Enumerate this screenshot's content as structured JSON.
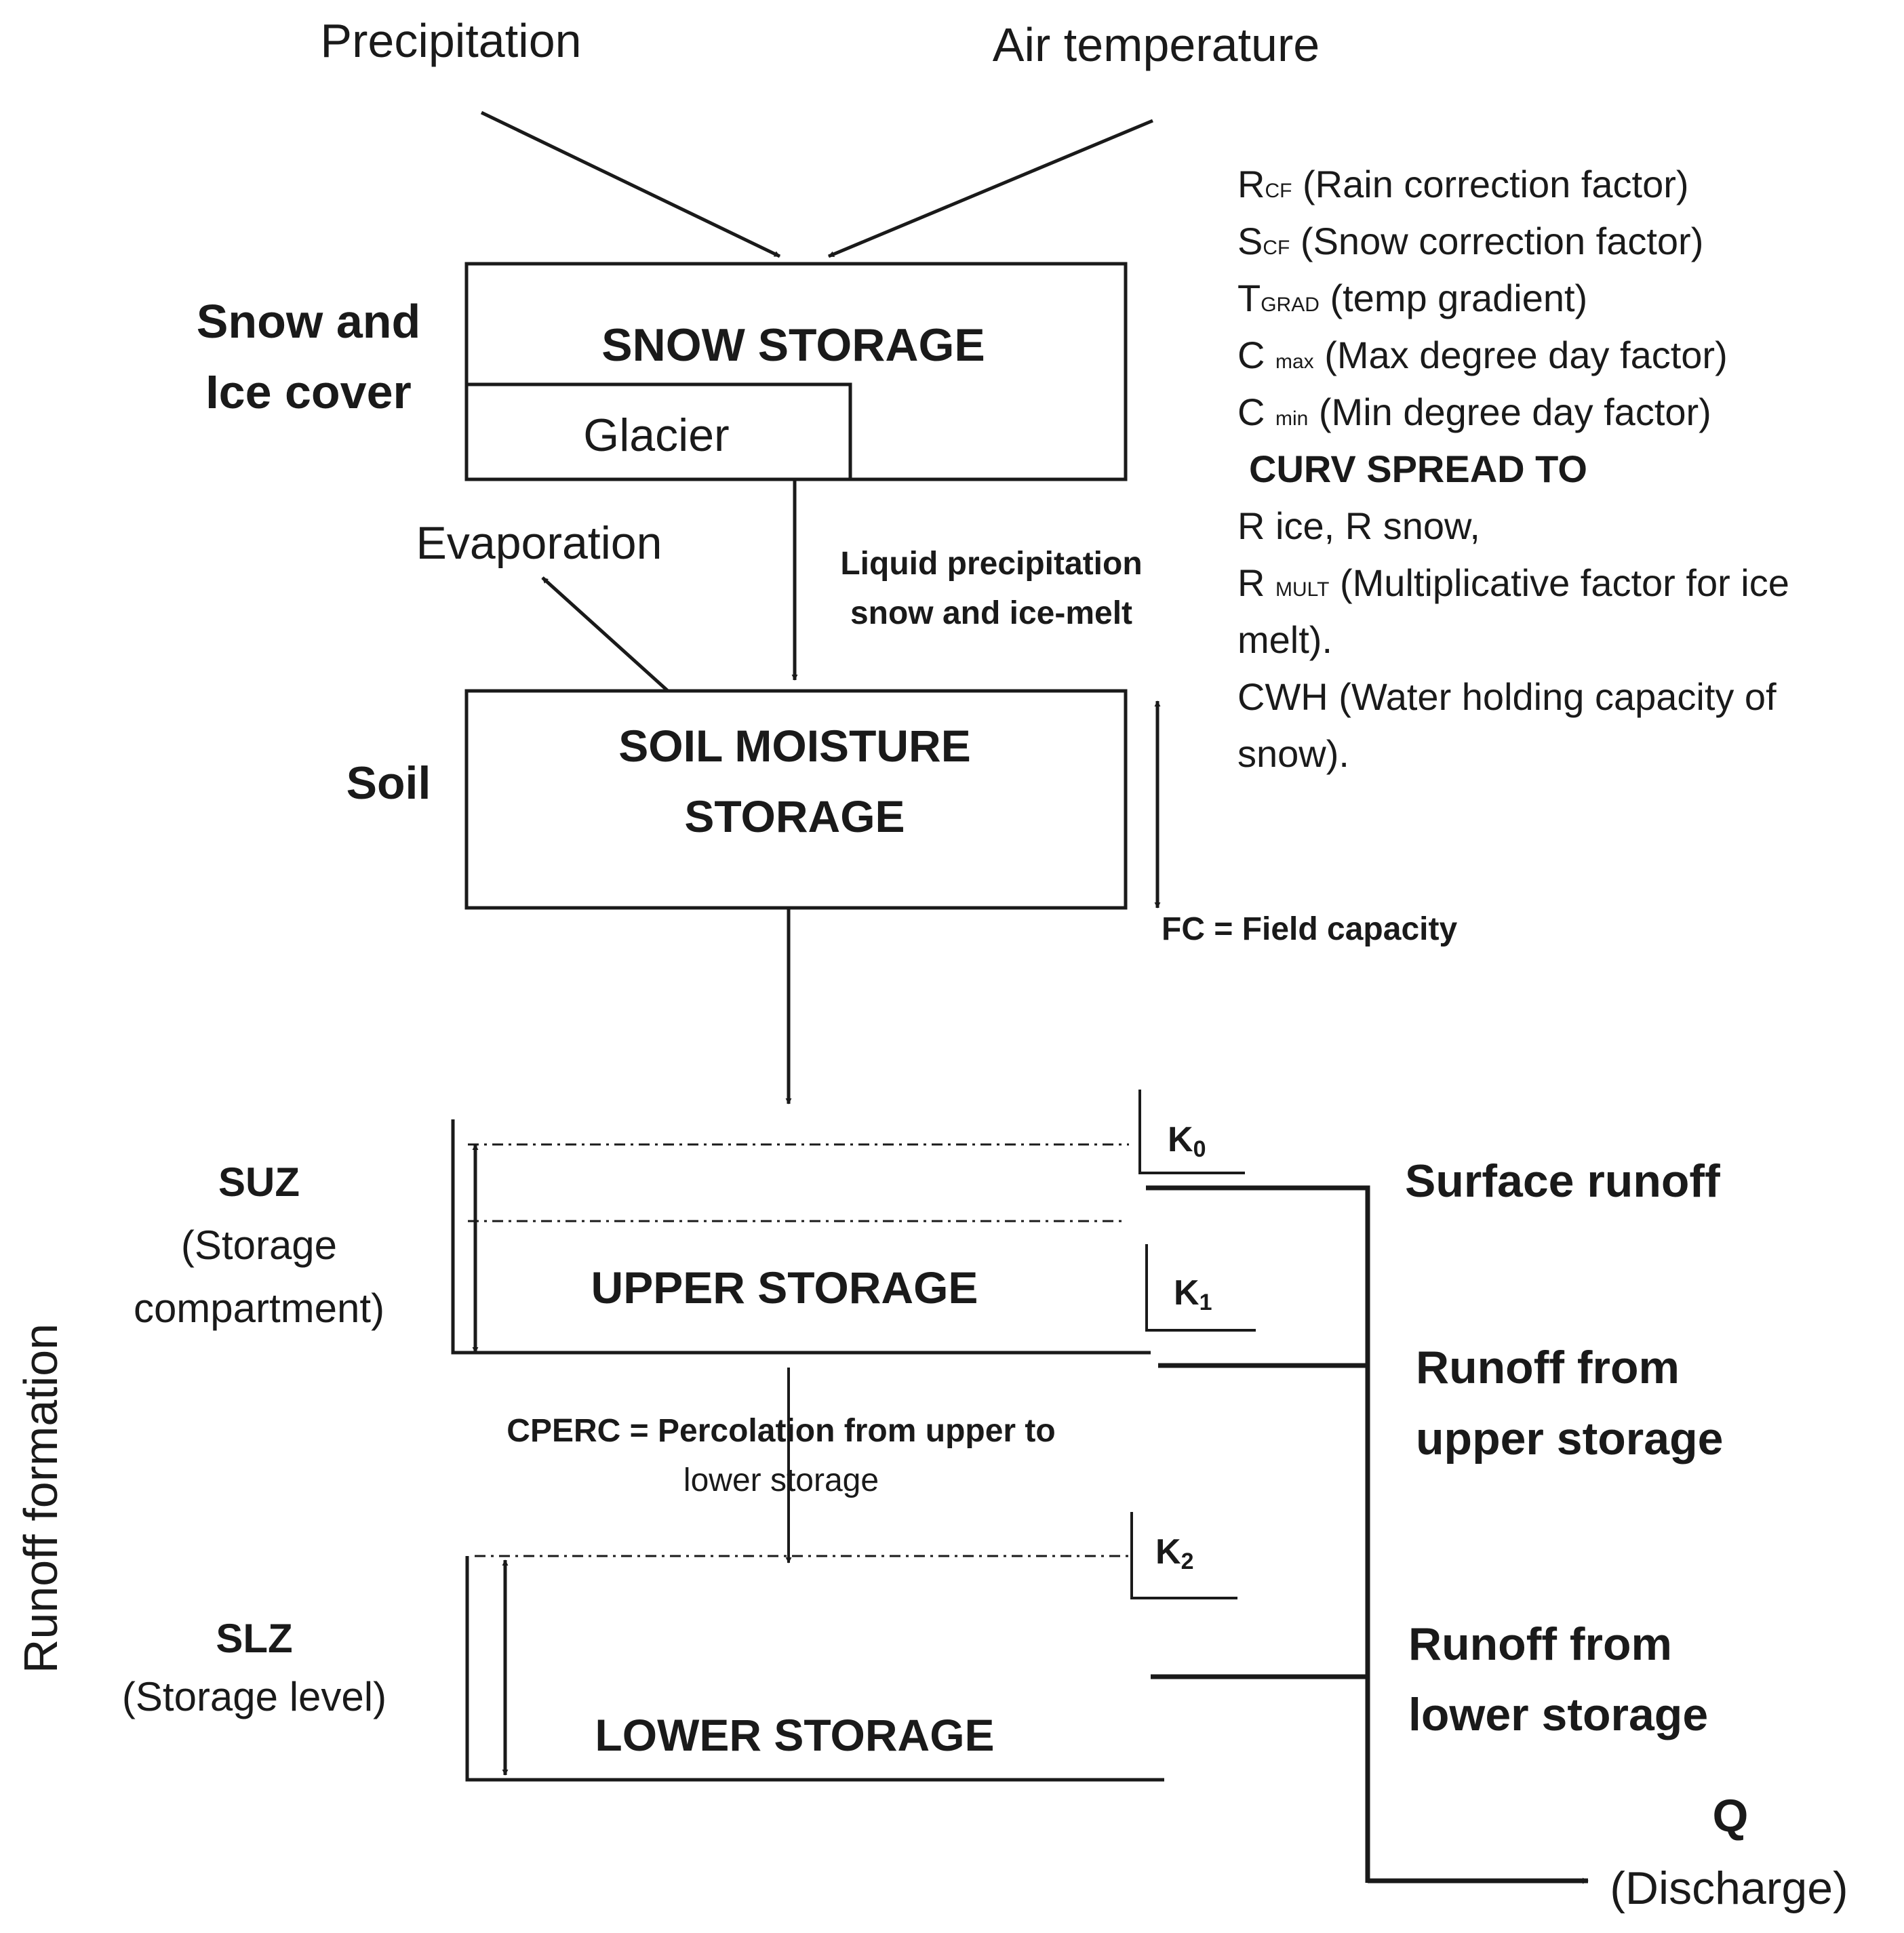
{
  "inputs": {
    "precipitation": "Precipitation",
    "air_temperature": "Air temperature"
  },
  "zones": {
    "snow_ice_line1": "Snow and",
    "snow_ice_line2": "Ice cover",
    "soil": "Soil",
    "runoff_formation": "Runoff formation",
    "suz": "SUZ",
    "suz_desc_line1": "(Storage",
    "suz_desc_line2": "compartment)",
    "slz": "SLZ",
    "slz_desc": "(Storage level)"
  },
  "boxes": {
    "snow_storage": "SNOW STORAGE",
    "glacier": "Glacier",
    "soil_moisture_line1": "SOIL MOISTURE",
    "soil_moisture_line2": "STORAGE",
    "upper_storage": "UPPER STORAGE",
    "lower_storage": "LOWER STORAGE"
  },
  "fluxes": {
    "evaporation": "Evaporation",
    "liquid_line1": "Liquid precipitation",
    "liquid_line2": "snow and ice-melt",
    "field_capacity": "FC = Field capacity",
    "cperc_line1": "CPERC = Percolation from upper to",
    "cperc_line2": "lower storage"
  },
  "parameters": {
    "rcf": {
      "sym": "R",
      "sub": "CF",
      "desc": " (Rain correction factor)"
    },
    "scf": {
      "sym": "S",
      "sub": "CF",
      "desc": " (Snow correction factor)"
    },
    "tgrad": {
      "sym": "T",
      "sub": "GRAD",
      "desc": " (temp gradient)"
    },
    "cmax": {
      "sym": "C ",
      "sub": "max",
      "desc": " (Max degree day factor)"
    },
    "cmin": {
      "sym": "C ",
      "sub": "min",
      "desc": " (Min degree day factor)"
    },
    "curv": "CURV SPREAD TO",
    "rice": "R ice, R snow,",
    "rmult": {
      "sym": "R ",
      "sub": "MULT",
      "desc": " (Multiplicative factor for ice"
    },
    "rmult_cont": "melt).",
    "cwh_line1": "CWH (Water holding capacity of",
    "cwh_line2": "snow)."
  },
  "coefficients": {
    "k0": {
      "sym": "K",
      "sub": "0"
    },
    "k1": {
      "sym": "K",
      "sub": "1"
    },
    "k2": {
      "sym": "K",
      "sub": "2"
    }
  },
  "outputs": {
    "surface_runoff": "Surface runoff",
    "upper_runoff_line1": "Runoff from",
    "upper_runoff_line2": "upper storage",
    "lower_runoff_line1": "Runoff from",
    "lower_runoff_line2": "lower storage",
    "q": "Q",
    "discharge": "(Discharge)"
  }
}
